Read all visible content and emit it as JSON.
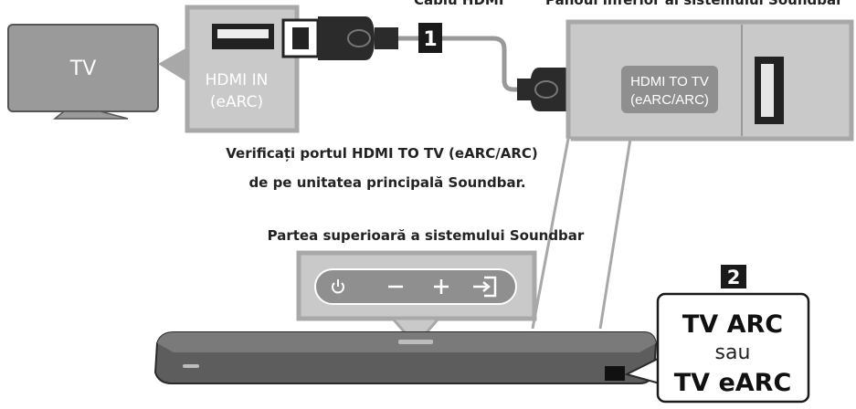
{
  "cable_label": "Cablu HDMI",
  "panel_label": "Panoul inferior al sistemului Soundbar",
  "tv_label": "TV",
  "hdmi_in_line1": "HDMI IN",
  "hdmi_in_line2": "(eARC)",
  "hdmi_to_tv_line1": "HDMI TO TV",
  "hdmi_to_tv_line2": "(eARC/ARC)",
  "step1": "1",
  "step2": "2",
  "check_line1": "Verificați portul HDMI TO TV (eARC/ARC)",
  "check_line2": "de pe unitatea principală Soundbar.",
  "top_label": "Partea superioară a sistemului Soundbar",
  "mode_line1": "TV ARC",
  "mode_line2": "sau",
  "mode_line3": "TV eARC",
  "buttons": [
    "power-icon",
    "minus-icon",
    "plus-icon",
    "input-source-icon"
  ],
  "colors": {
    "panel_gray": "#c8c8c8",
    "dark": "#2b2b2b",
    "callout": "#a8a8a8"
  }
}
